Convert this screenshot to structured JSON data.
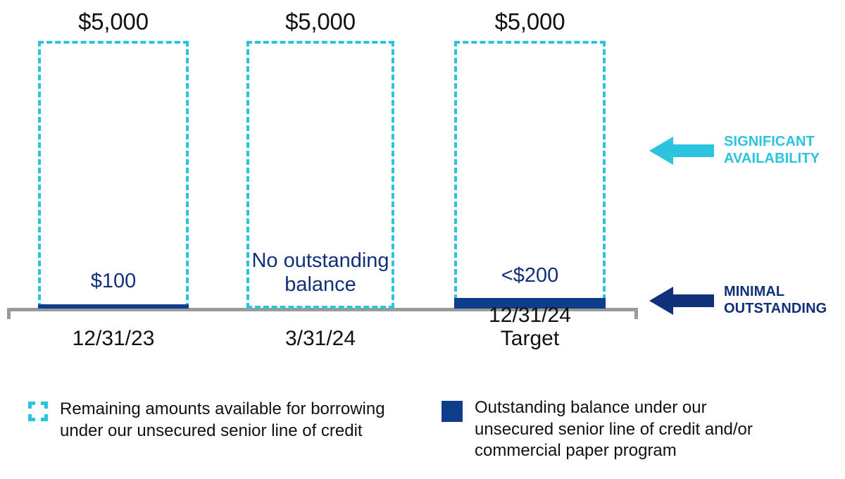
{
  "chart_data": {
    "type": "bar",
    "title": "",
    "subtitle": "",
    "xlabel": "",
    "ylabel": "",
    "ylim": [
      0,
      5000
    ],
    "grid": false,
    "legend_position": "bottom",
    "categories": [
      "12/31/23",
      "3/31/24",
      "12/31/24\nTarget"
    ],
    "series": [
      {
        "name": "Remaining amounts available for borrowing under our unsecured senior line of credit",
        "color": "#2cc3de",
        "style": "dashed-outline",
        "values": [
          5000,
          5000,
          5000
        ],
        "labels": [
          "$5,000",
          "$5,000",
          "$5,000"
        ]
      },
      {
        "name": "Outstanding balance under our unsecured senior line of credit and/or commercial paper program",
        "color": "#103c8c",
        "style": "solid-fill",
        "values": [
          100,
          0,
          200
        ],
        "labels": [
          "$100",
          "No\noutstanding\nbalance",
          "<$200"
        ]
      }
    ],
    "annotations": [
      {
        "text": "SIGNIFICANT\nAVAILABILITY",
        "color": "#2cc3de",
        "arrow": "left"
      },
      {
        "text": "MINIMAL\nOUTSTANDING",
        "color": "#10307a",
        "arrow": "left"
      }
    ]
  },
  "bars": [
    {
      "category": "12/31/23",
      "cap_label": "$5,000",
      "inner_label": "$100",
      "cap_value": 5000,
      "outstanding_value": 100
    },
    {
      "category": "3/31/24",
      "cap_label": "$5,000",
      "inner_label": "No\noutstanding\nbalance",
      "cap_value": 5000,
      "outstanding_value": 0
    },
    {
      "category": "12/31/24\nTarget",
      "cap_label": "$5,000",
      "inner_label": "<$200",
      "cap_value": 5000,
      "outstanding_value": 200
    }
  ],
  "callouts": {
    "availability": "SIGNIFICANT\nAVAILABILITY",
    "outstanding": "MINIMAL\nOUTSTANDING"
  },
  "legend": {
    "available": "Remaining amounts available for borrowing\nunder our unsecured senior line of credit",
    "outstanding": "Outstanding balance under our\nunsecured senior line of credit and/or\ncommercial paper program"
  },
  "colors": {
    "cyan": "#2cc3de",
    "navy": "#103c8c",
    "navy_text": "#10307a",
    "axis": "#9a9a9a",
    "text": "#111111"
  }
}
